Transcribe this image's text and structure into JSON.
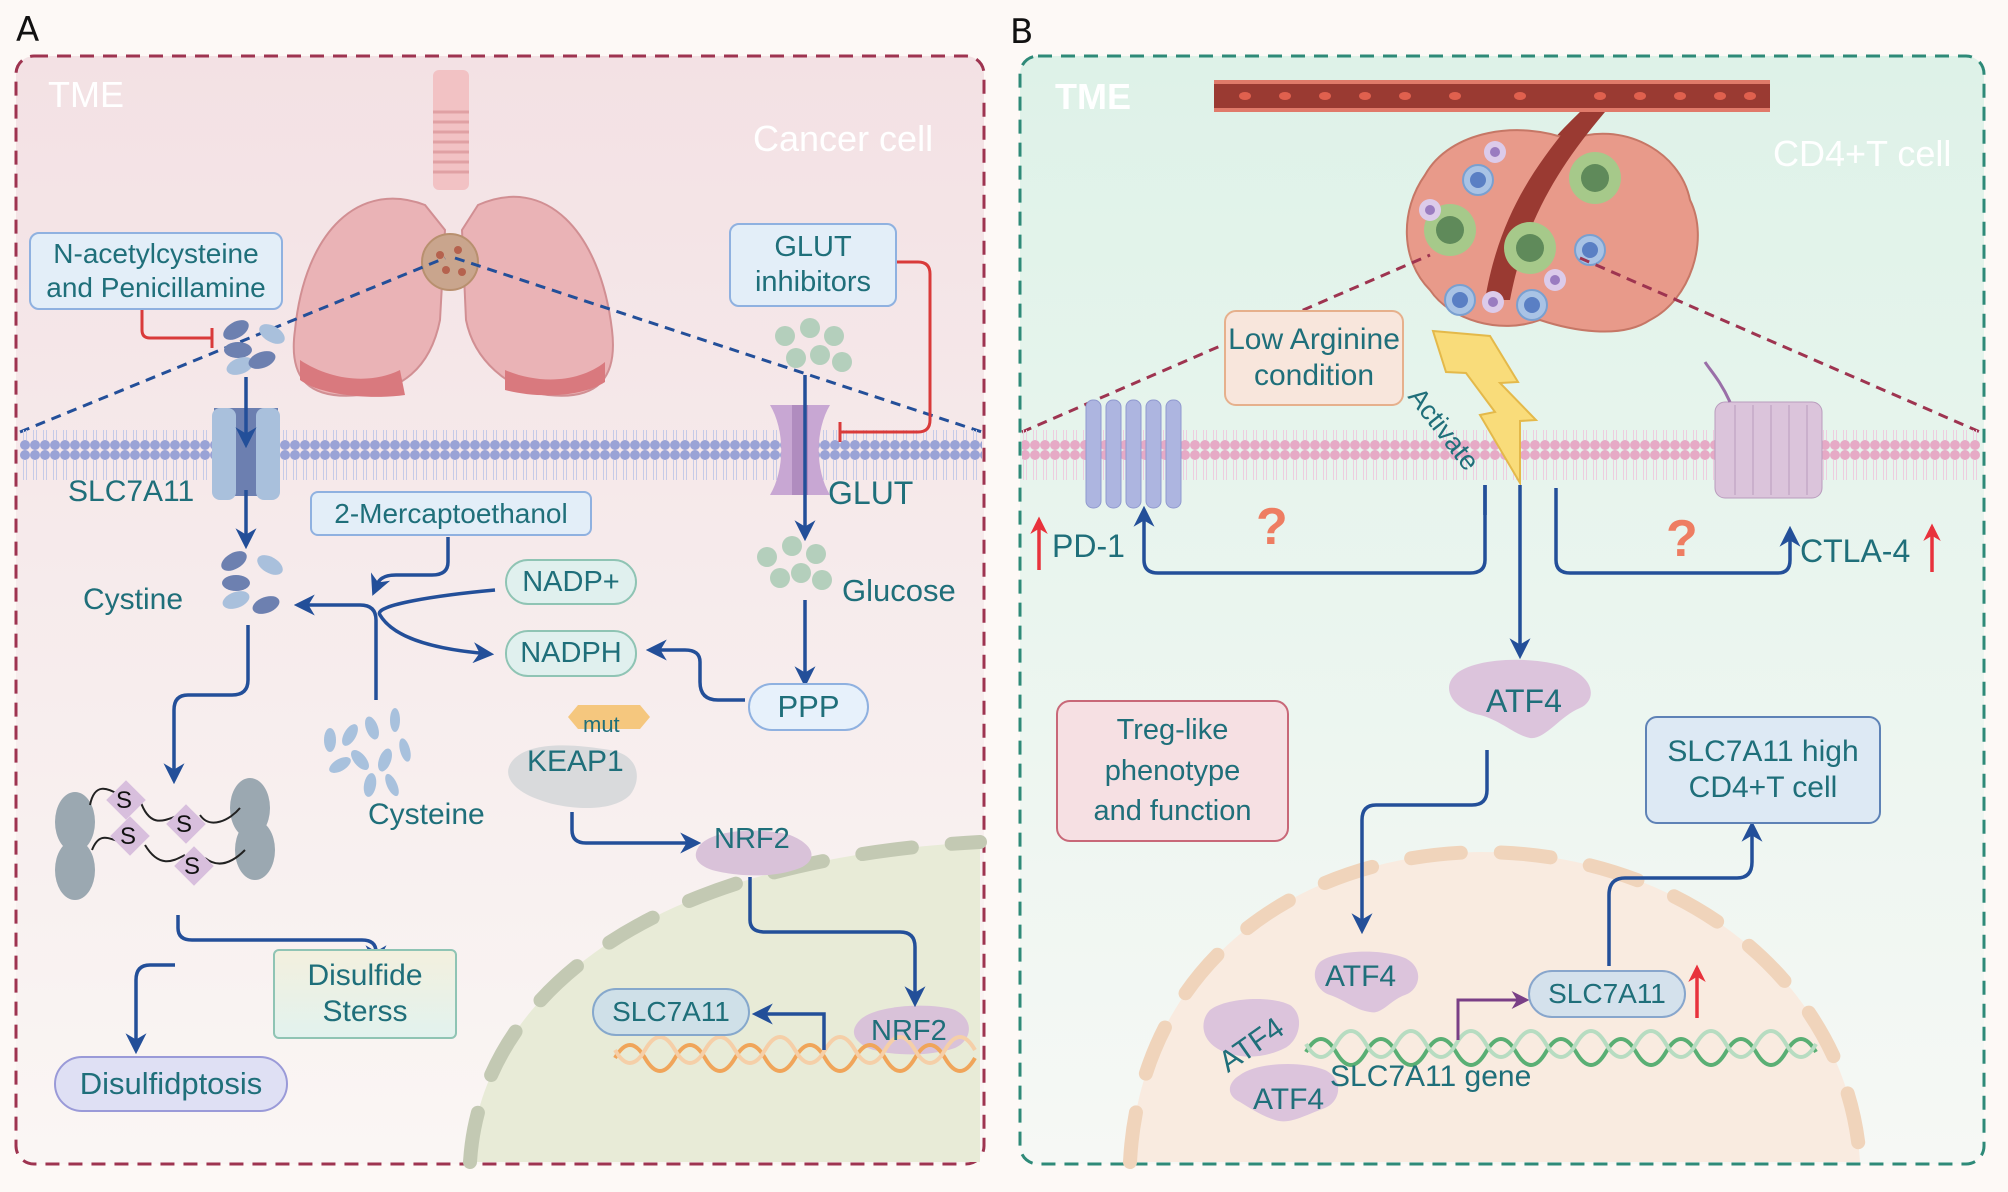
{
  "figure": {
    "panel_a": {
      "letter": "A",
      "region_label": "TME",
      "cell_label": "Cancer cell",
      "drug_box_1_line1": "N-acetylcysteine",
      "drug_box_1_line2": "and Penicillamine",
      "drug_box_2_line1": "GLUT",
      "drug_box_2_line2": "inhibitors",
      "transporter_1": "SLC7A11",
      "transporter_2": "GLUT",
      "reagent": "2-Mercaptoethanol",
      "cystine": "Cystine",
      "cysteine": "Cysteine",
      "nadp": "NADP+",
      "nadph": "NADPH",
      "glucose": "Glucose",
      "ppp": "PPP",
      "mut_badge": "mut",
      "keap1": "KEAP1",
      "nrf2_cyto": "NRF2",
      "nrf2_nuc": "NRF2",
      "slc7a11_nuc": "SLC7A11",
      "stress_line1": "Disulfide",
      "stress_line2": "Sterss",
      "outcome": "Disulfidptosis",
      "sulfur": "S"
    },
    "panel_b": {
      "letter": "B",
      "region_label": "TME",
      "cell_label": "CD4+T cell",
      "condition_line1": "Low Arginine",
      "condition_line2": "condition",
      "activate": "Activate",
      "pd1": "PD-1",
      "ctla4": "CTLA-4",
      "question": "?",
      "atf4": "ATF4",
      "treg_line1": "Treg-like",
      "treg_line2": "phenotype",
      "treg_line3": "and function",
      "result_line1": "SLC7A11 high",
      "result_line2": "CD4+T cell",
      "slc7a11": "SLC7A11",
      "gene": "SLC7A11 gene"
    }
  },
  "colors": {
    "panel_a_border": "#9e3450",
    "panel_b_border": "#2e8a78",
    "arrow": "#234f99",
    "inhibit": "#d93a3a",
    "text": "#1f6f7a",
    "up_arrow": "#e8323c",
    "question": "#ee7d62"
  }
}
